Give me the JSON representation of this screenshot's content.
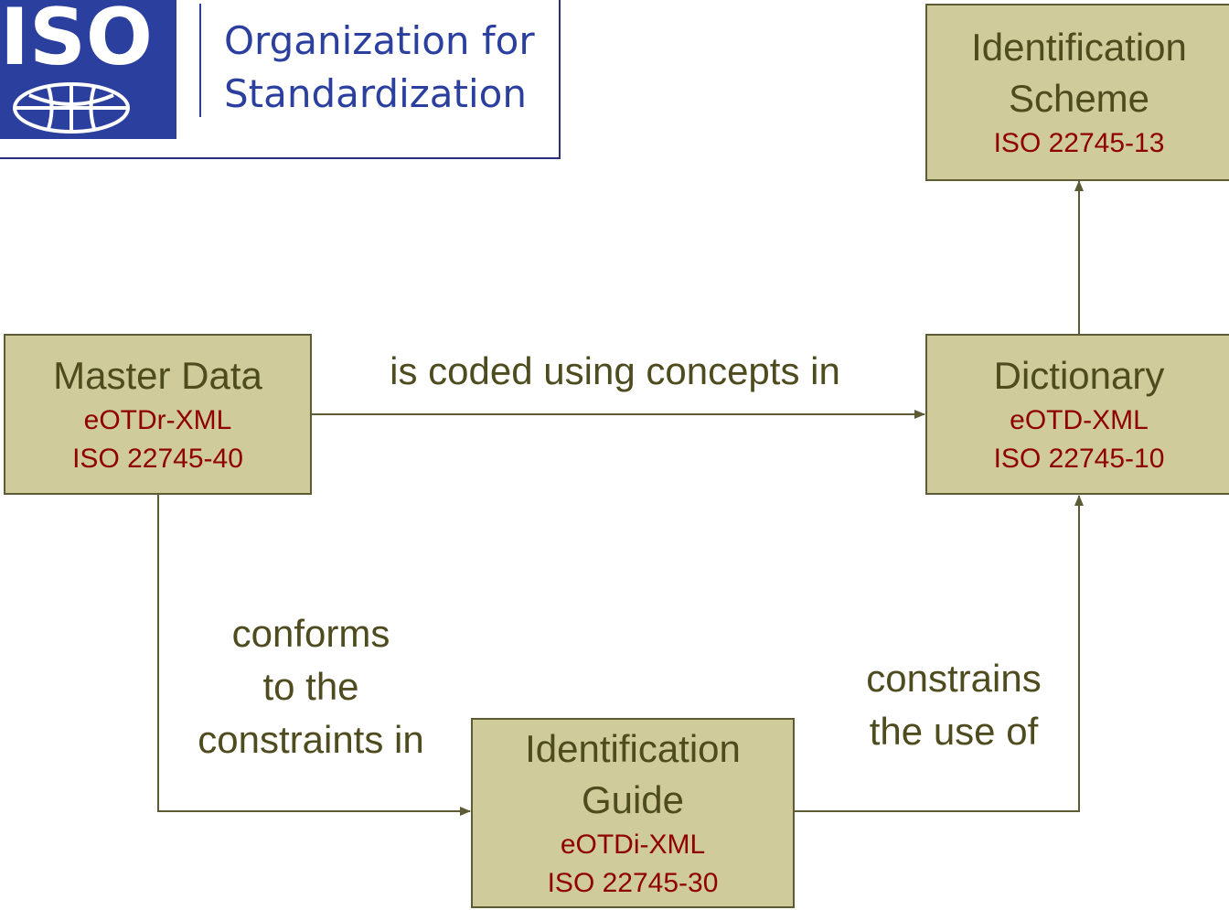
{
  "logo": {
    "mark_text": "ISO",
    "org_line_1": "Organization for",
    "org_line_2": "Standardization"
  },
  "nodes": {
    "identification_scheme": {
      "title": [
        "Identification",
        "Scheme"
      ],
      "subtitle": [
        "ISO 22745-13"
      ]
    },
    "master_data": {
      "title": [
        "Master Data"
      ],
      "subtitle": [
        "eOTDr-XML",
        "ISO 22745-40"
      ]
    },
    "dictionary": {
      "title": [
        "Dictionary"
      ],
      "subtitle": [
        "eOTD-XML",
        "ISO 22745-10"
      ]
    },
    "identification_guide": {
      "title": [
        "Identification",
        "Guide"
      ],
      "subtitle": [
        "eOTDi-XML",
        "ISO 22745-30"
      ]
    }
  },
  "edges": {
    "is_coded": [
      "is coded using concepts in"
    ],
    "conforms": [
      "conforms",
      "to the",
      "constraints in"
    ],
    "constrains": [
      "constrains",
      "the use of"
    ]
  },
  "colors": {
    "box_fill": "#cfcb9b",
    "box_border": "#5d5b34",
    "text": "#4e4b1f",
    "subtitle": "#8f0000",
    "iso_blue": "#2a3f9e"
  }
}
